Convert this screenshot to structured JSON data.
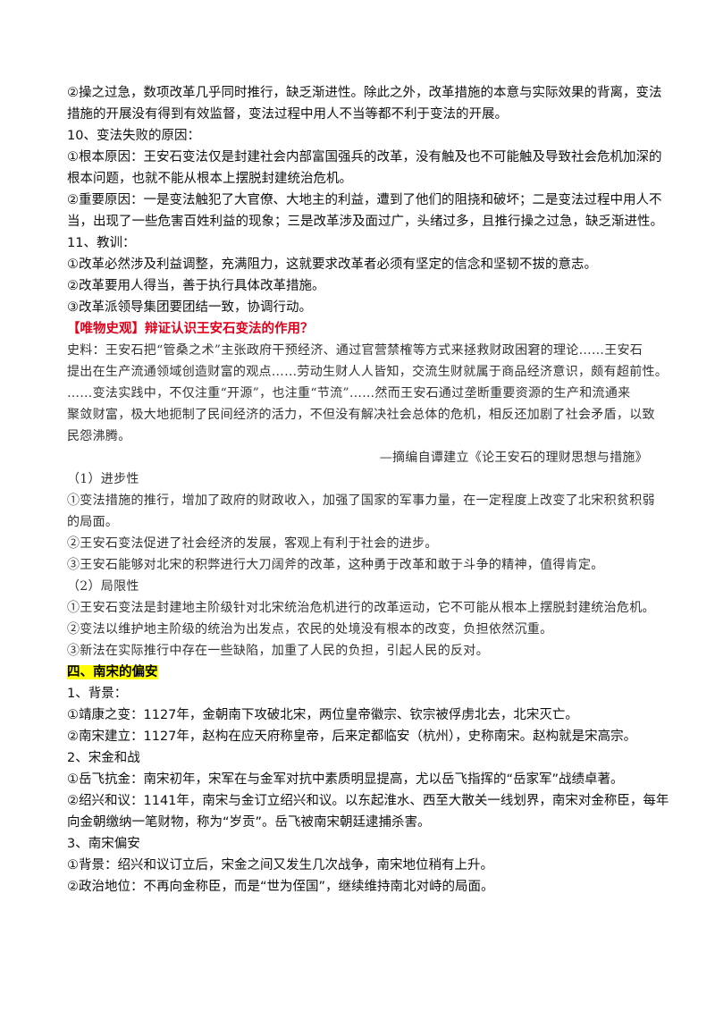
{
  "p1": [
    "②操之过急，数项改革几乎同时推行，缺乏渐进性。除此之外，改革措施的本意与实际效果的背离，变法",
    "措施的开展没有得到有效监督，变法过程中用人不当等都不利于变法的开展。",
    "10、变法失败的原因：",
    "①根本原因：王安石变法仅是封建社会内部富国强兵的改革，没有触及也不可能触及导致社会危机加深的",
    "根本问题，也就不能从根本上摆脱封建统治危机。",
    "②重要原因：一是变法触犯了大官僚、大地主的利益，遭到了他们的阻挠和破坏；二是变法过程中用人不",
    "当，出现了一些危害百姓利益的现象；三是改革涉及面过广，头绪过多，且推行操之过急，缺乏渐进性。",
    "11、教训：",
    "①改革必然涉及利益调整，充满阻力，这就要求改革者必须有坚定的信念和坚韧不拔的意志。",
    "②改革要用人得当，善于执行具体改革措施。",
    "③改革派领导集团要团结一致，协调行动。"
  ],
  "heading1": "【唯物史观】辩证认识王安石变法的作用？",
  "quote": [
    "史料：王安石把“管桑之术”主张政府干预经济、通过官营禁榷等方式来拯救财政困窘的理论……王安石",
    "提出在生产流通领域创造财富的观点……劳动生财人人皆知，交流生财就属于商品经济意识，颇有超前性。",
    "……变法实践中，不仅注重“开源”，也注重“节流”……然而王安石通过垄断重要资源的生产和流通来",
    "聚敛财富，极大地扼制了民间经济的活力，不但没有解决社会总体的危机，相反还加剧了社会矛盾，以致",
    "民怨沸腾。"
  ],
  "source": "—摘编自谭建立《论王安石的理财思想与措施》",
  "p2": [
    "（1）进步性",
    "①变法措施的推行，增加了政府的财政收入，加强了国家的军事力量，在一定程度上改变了北宋积贫积弱",
    "的局面。",
    "②王安石变法促进了社会经济的发展，客观上有利于社会的进步。",
    "③王安石能够对北宋的积弊进行大刀阔斧的改革，这种勇于改革和敢于斗争的精神，值得肯定。",
    "（2）局限性",
    "①王安石变法是封建地主阶级针对北宋统治危机进行的改革运动，它不可能从根本上摆脱封建统治危机。",
    "②变法以维护地主阶级的统治为出发点，农民的处境没有根本的改变，负担依然沉重。",
    "③新法在实际推行中存在一些缺陷，加重了人民的负担，引起人民的反对。"
  ],
  "section4": "四、南宋的偏安",
  "p3": [
    "1、背景：",
    "①靖康之变：1127年，金朝南下攻破北宋，两位皇帝徽宗、钦宗被俘虏北去，北宋灭亡。",
    "②南宋建立：1127年，赵构在应天府称皇帝，后来定都临安（杭州），史称南宋。赵构就是宋高宗。",
    "2、宋金和战",
    "①岳飞抗金：南宋初年，宋军在与金军对抗中素质明显提高，尤以岳飞指挥的“岳家军”战绩卓著。",
    "②绍兴和议：1141年，南宋与金订立绍兴和议。以东起淮水、西至大散关一线划界，南宋对金称臣，每年",
    "向金朝缴纳一笔财物，称为“岁贡”。岳飞被南宋朝廷逮捕杀害。",
    "3、南宋偏安",
    "①背景：绍兴和议订立后，宋金之间又发生几次战争，南宋地位稍有上升。",
    "②政治地位：不再向金称臣，而是“世为侄国”，继续维持南北对峙的局面。"
  ]
}
